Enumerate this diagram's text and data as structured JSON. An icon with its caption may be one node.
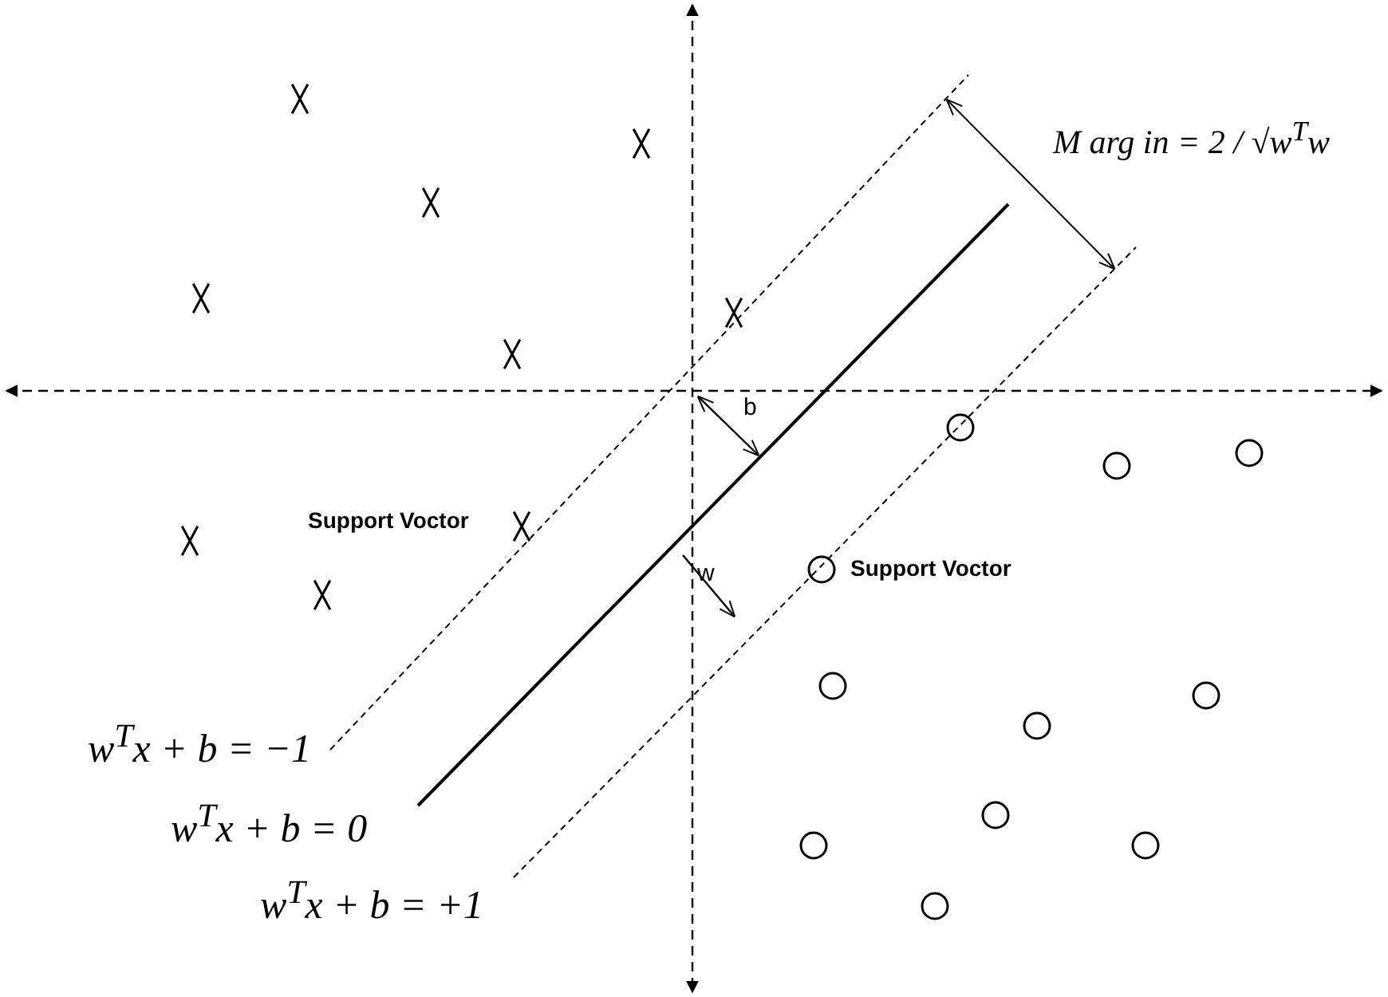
{
  "diagram": {
    "labels": [
      "M arg in = 2 / √w$^{T}$w",
      "b",
      "Support Voctor",
      "w",
      "Support Voctor",
      "w$^{T}$x + b = −1",
      "w$^{T}$x + b = 0",
      "w$^{T}$x + b = +1"
    ]
  }
}
